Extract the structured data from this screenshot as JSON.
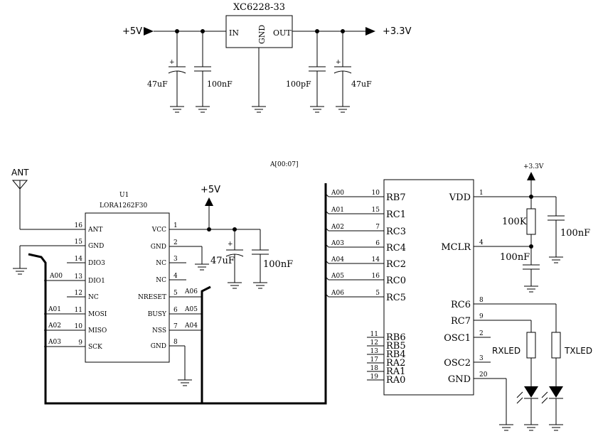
{
  "regulator": {
    "part": "XC6228-33",
    "pin_in": "IN",
    "pin_gnd": "GND",
    "pin_out": "OUT",
    "vin_label": "+5V",
    "vout_label": "+3.3V",
    "cin_elec": "47uF",
    "cin_cer": "100nF",
    "cout_cer": "100pF",
    "cout_elec": "47uF"
  },
  "antenna": {
    "label": "ANT"
  },
  "lora": {
    "ref": "U1",
    "part": "LORA1262F30",
    "left_pins": [
      {
        "num": "16",
        "name": "ANT"
      },
      {
        "num": "15",
        "name": "GND"
      },
      {
        "num": "14",
        "name": "DIO3"
      },
      {
        "num": "13",
        "name": "DIO1"
      },
      {
        "num": "12",
        "name": "NC"
      },
      {
        "num": "11",
        "name": "MOSI"
      },
      {
        "num": "10",
        "name": "MISO"
      },
      {
        "num": "9",
        "name": "SCK"
      }
    ],
    "right_pins": [
      {
        "num": "1",
        "name": "VCC"
      },
      {
        "num": "2",
        "name": "GND"
      },
      {
        "num": "3",
        "name": "NC"
      },
      {
        "num": "4",
        "name": "NC"
      },
      {
        "num": "5",
        "name": "NRESET"
      },
      {
        "num": "6",
        "name": "BUSY"
      },
      {
        "num": "7",
        "name": "NSS"
      },
      {
        "num": "8",
        "name": "GND"
      }
    ],
    "left_nets": [
      "A00",
      "A01",
      "A02",
      "A03"
    ],
    "right_nets": [
      "A06",
      "A05",
      "A04"
    ],
    "supply_label": "+5V",
    "cap_elec": "47uF",
    "cap_cer": "100nF"
  },
  "bus_label": "A[00:07]",
  "mcu": {
    "left_pins": [
      {
        "net": "A00",
        "num": "10",
        "name": "RB7"
      },
      {
        "net": "A01",
        "num": "15",
        "name": "RC1"
      },
      {
        "net": "A02",
        "num": "7",
        "name": "RC3"
      },
      {
        "net": "A03",
        "num": "6",
        "name": "RC4"
      },
      {
        "net": "A04",
        "num": "14",
        "name": "RC2"
      },
      {
        "net": "A05",
        "num": "16",
        "name": "RC0"
      },
      {
        "net": "A06",
        "num": "5",
        "name": "RC5"
      }
    ],
    "unused_pins": [
      {
        "num": "11",
        "name": "RB6"
      },
      {
        "num": "12",
        "name": "RB5"
      },
      {
        "num": "13",
        "name": "RB4"
      },
      {
        "num": "17",
        "name": "RA2"
      },
      {
        "num": "18",
        "name": "RA1"
      },
      {
        "num": "19",
        "name": "RA0"
      }
    ],
    "right_pins": [
      {
        "num": "1",
        "name": "VDD"
      },
      {
        "num": "4",
        "name": "MCLR"
      },
      {
        "num": "8",
        "name": "RC6"
      },
      {
        "num": "9",
        "name": "RC7"
      },
      {
        "num": "2",
        "name": "OSC1"
      },
      {
        "num": "3",
        "name": "OSC2"
      },
      {
        "num": "20",
        "name": "GND"
      }
    ],
    "supply_label": "+3.3V",
    "pullup": "100K",
    "mclr_cap": "100nF",
    "vdd_cap": "100nF",
    "led_rx": "RXLED",
    "led_tx": "TXLED"
  }
}
